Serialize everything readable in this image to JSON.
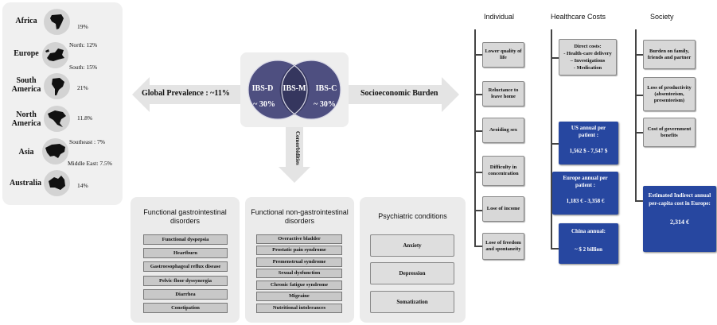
{
  "regions": [
    {
      "name": "Africa",
      "values": [
        "19%"
      ]
    },
    {
      "name": "Europe",
      "values": [
        "North: 12%",
        "South: 15%"
      ]
    },
    {
      "name": "South America",
      "values": [
        "21%"
      ]
    },
    {
      "name": "North America",
      "values": [
        "11.8%"
      ]
    },
    {
      "name": "Asia",
      "values": [
        "Southeast : 7%",
        "Middle East: 7.5%"
      ]
    },
    {
      "name": "Australia",
      "values": [
        "14%"
      ]
    }
  ],
  "global_prevalence": "Global Prevalence : ~11%",
  "socioeconomic_burden": "Socioeconomic Burden",
  "comorbidities": "Comorbidities",
  "venn": {
    "left_label": "IBS-D",
    "left_value": "~ 30%",
    "middle_label": "IBS-M",
    "right_label": "IBS-C",
    "right_value": "~ 30%"
  },
  "columns": {
    "individual": "Individual",
    "healthcare": "Healthcare Costs",
    "society": "Society"
  },
  "individual_items": [
    "Lower quality of life",
    "Reluctance to leave home",
    "Avoiding sex",
    "Difficulty in concentration",
    "Lose of income",
    "Lose of freedom and spontaneity"
  ],
  "healthcare": {
    "direct_title": "Direct costs:",
    "direct_items": [
      "- Health-care delivery",
      "– Investigations",
      "- Medication"
    ],
    "us_title": "US annual per patient :",
    "us_value": "1,562 $ - 7,547 $",
    "europe_title": "Europe annual per patient :",
    "europe_value": "1,183 € - 3,358 €",
    "china_title": "China annual:",
    "china_value": "~ $ 2 billion"
  },
  "society_items": [
    "Burden on family, friends and partner",
    "Loss of productivity (absenteeism, presenteeism)",
    "Cost of government benefits"
  ],
  "society_indirect": {
    "title": "Estimated Indirect annual per-capita cost in Europe:",
    "value": "2,314 €"
  },
  "comorbidity_groups": [
    {
      "title": "Functional gastrointestinal disorders",
      "items": [
        "Functional dyspepsia",
        "Heartburn",
        "Gastroesophageal reflux disease",
        "Pelvic floor dyssynergia",
        "Diarrhea",
        "Constipation"
      ]
    },
    {
      "title": "Functional non-gastrointestinal disorders",
      "items": [
        "Overactive bladder",
        "Prostatic pain syndrome",
        "Premenstrual syndrome",
        "Sexual dysfunction",
        "Chronic fatigue syndrome",
        "Migraine",
        "Nutritional intolerances"
      ]
    },
    {
      "title": "Psychiatric conditions",
      "items": [
        "Anxiety",
        "Depression",
        "Somatization"
      ]
    }
  ],
  "colors": {
    "venn_fill": "#4e4f80",
    "venn_overlap": "#35365e",
    "cost_box": "#2747a0"
  }
}
